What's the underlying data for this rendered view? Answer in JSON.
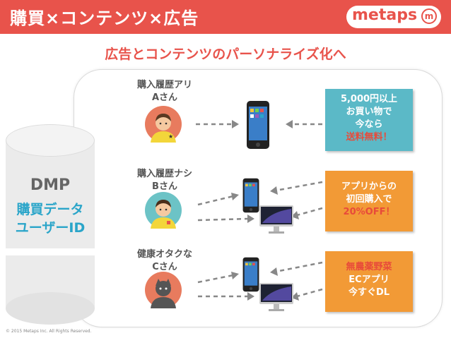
{
  "header": {
    "title": "購買×コンテンツ×広告",
    "logo_text": "metaps",
    "logo_mark": "m"
  },
  "subtitle": "広告とコンテンツのパーソナライズ化へ",
  "dmp": {
    "title": "DMP",
    "line1": "購買データ",
    "line2": "ユーザーID"
  },
  "users": [
    {
      "line1": "購入履歴アリ",
      "line2": "Aさん"
    },
    {
      "line1": "購入履歴ナシ",
      "line2": "Bさん"
    },
    {
      "line1": "健康オタクな",
      "line2": "Cさん"
    }
  ],
  "offers": [
    {
      "line1": "5,000円以上",
      "line2": "お買い物で",
      "line3": "今なら",
      "line4": "送料無料！",
      "color": "#5bb9c7"
    },
    {
      "line1": "アプリからの",
      "line2": "初回購入で",
      "line3": "20%OFF！",
      "color": "#f29a36"
    },
    {
      "line1": "無農薬野菜",
      "line2": "ECアプリ",
      "line3": "今すぐDL",
      "color": "#f29a36"
    }
  ],
  "footer": "© 2015 Metaps Inc. All Rights Reserved."
}
